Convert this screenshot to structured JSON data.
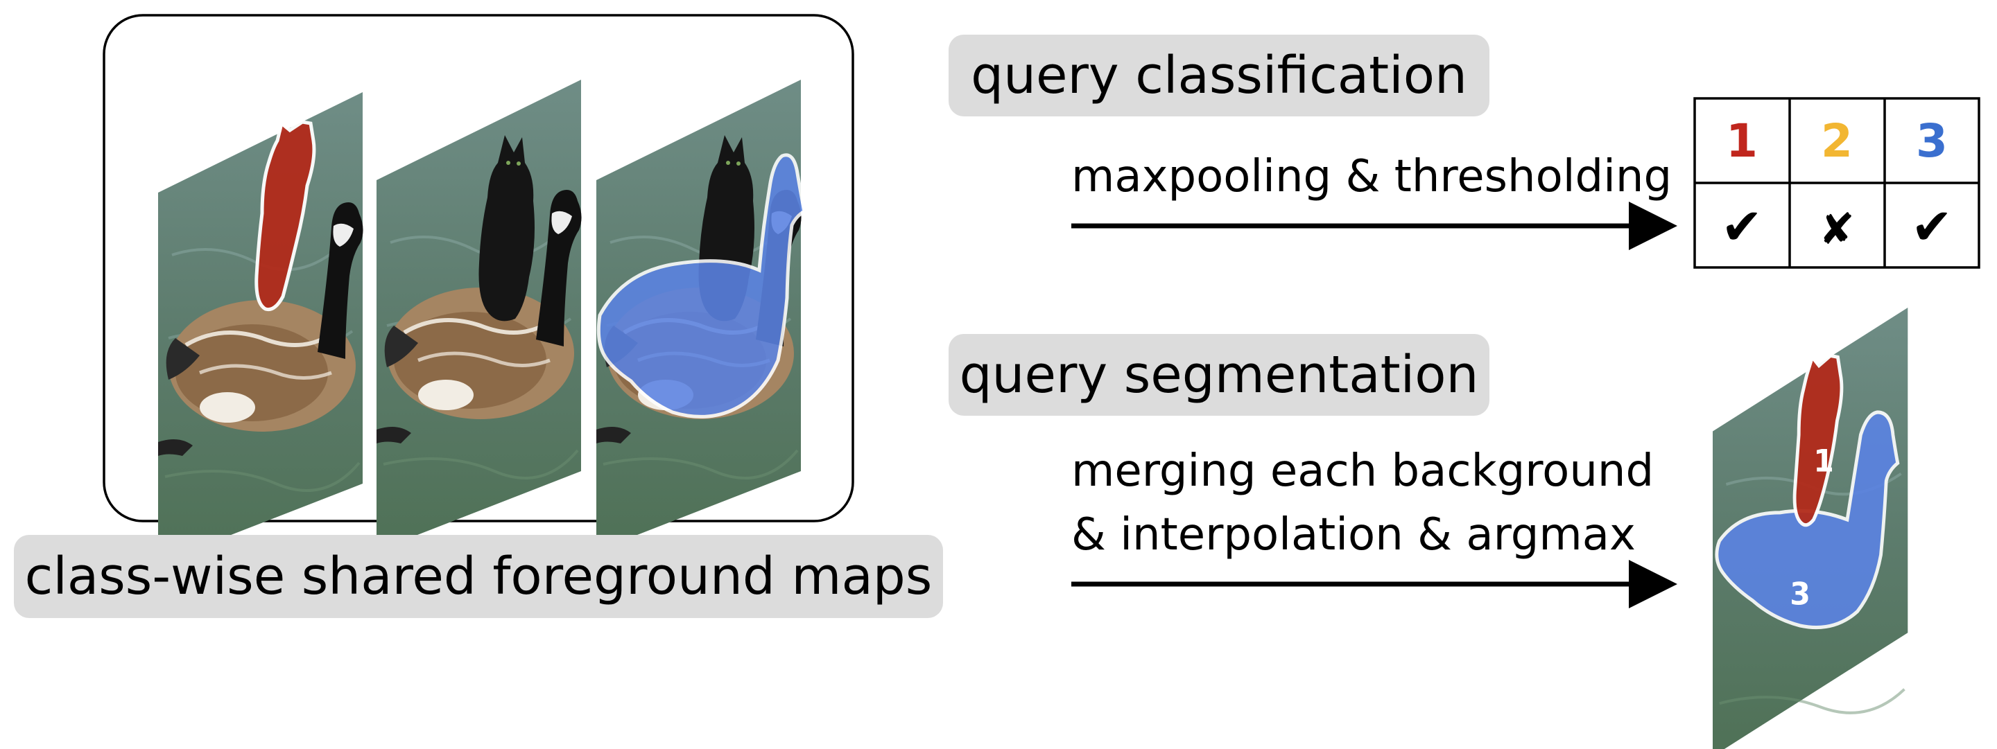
{
  "labels": {
    "shared_maps": "class-wise shared foreground maps",
    "query_classification": "query classification",
    "query_segmentation": "query segmentation",
    "arrow_top": "maxpooling & thresholding",
    "arrow_bottom_line1": "merging each background",
    "arrow_bottom_line2": "& interpolation & argmax"
  },
  "table": {
    "headers": [
      "1",
      "2",
      "3"
    ],
    "marks": [
      "✔",
      "✘",
      "✔"
    ]
  },
  "segmentation_labels": [
    "1",
    "3"
  ],
  "colors": {
    "class1": "#c0261d",
    "class2": "#f2b632",
    "class3": "#3a6fcf",
    "mask1": "#b22b1b",
    "mask3": "#5b83e3",
    "water": "#5a7a66",
    "pill_bg": "#dcdcdc"
  }
}
